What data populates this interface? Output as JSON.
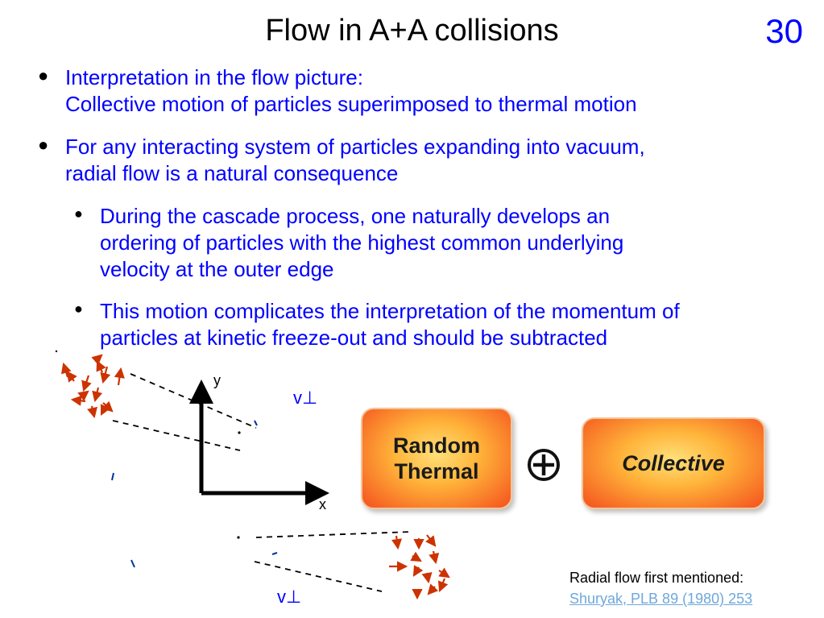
{
  "slide": {
    "title": "Flow in A+A collisions",
    "page_number": "30"
  },
  "bullets": [
    {
      "line1": "Interpretation in the flow picture:",
      "line2": "Collective motion of particles superimposed to thermal motion"
    },
    {
      "line1": "For any interacting system of particles expanding into vacuum,",
      "line2": "radial flow is a natural consequence"
    }
  ],
  "sub_bullets": [
    {
      "line1": "During the cascade process, one naturally develops an",
      "line2": "ordering of particles with the highest common underlying",
      "line3": "velocity at the outer edge"
    },
    {
      "line1": "This motion complicates the interpretation of the momentum of",
      "line2": "particles at kinetic freeze-out and should be subtracted"
    }
  ],
  "diagram": {
    "v_perp_label": "v⊥",
    "y_axis_label": "y",
    "x_axis_label": "x",
    "random_thermal_line1": "Random",
    "random_thermal_line2": "Thermal",
    "collective_label": "Collective",
    "arrow_color": "#cc3300",
    "plus_icon": "circled-plus-icon"
  },
  "note": {
    "text": "Radial flow first mentioned:",
    "link": "Shuryak, PLB 89 (1980) 253",
    "link_color": "#6fa8dc"
  }
}
